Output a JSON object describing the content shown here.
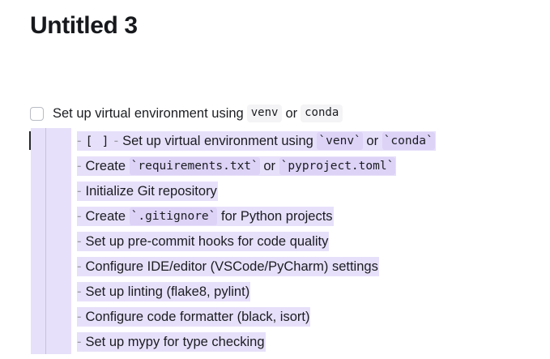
{
  "document": {
    "title": "Untitled 3"
  },
  "rendered_task": {
    "checkbox_state": "unchecked",
    "text_before": "Set up virtual environment using",
    "code_1": "venv",
    "joiner": "or",
    "code_2": "conda"
  },
  "source_lines": [
    {
      "marker": "-",
      "checkbox_token": "[  ]",
      "secondary_marker": "-",
      "text_before": "Set up virtual environment using",
      "code_1": "`venv`",
      "joiner": "or",
      "code_2": "`conda`",
      "has_caret": true
    },
    {
      "marker": "-",
      "text_before": "Create",
      "code_1": "`requirements.txt`",
      "joiner": "or",
      "code_2": "`pyproject.toml`",
      "has_caret": false
    },
    {
      "marker": "-",
      "text": "Initialize Git repository",
      "has_caret": false
    },
    {
      "marker": "-",
      "text_before": "Create",
      "code_1": "`.gitignore`",
      "text_after": "for Python projects",
      "has_caret": false
    },
    {
      "marker": "-",
      "text": "Set up pre-commit hooks for code quality",
      "has_caret": false
    },
    {
      "marker": "-",
      "text": "Configure IDE/editor (VSCode/PyCharm) settings",
      "has_caret": false
    },
    {
      "marker": "-",
      "text": "Set up linting (flake8, pylint)",
      "has_caret": false
    },
    {
      "marker": "-",
      "text": "Configure code formatter (black, isort)",
      "has_caret": false
    },
    {
      "marker": "-",
      "text": "Set up mypy for type checking",
      "has_caret": false
    }
  ],
  "colors": {
    "selection_highlight": "#e7e0fa",
    "code_chip_rendered": "#f4f4f6",
    "code_chip_source": "#ddd3f7",
    "text": "#1b1d21",
    "marker_muted": "#9b9aa6",
    "caret": "#27282c",
    "page_background": "#ffffff"
  }
}
